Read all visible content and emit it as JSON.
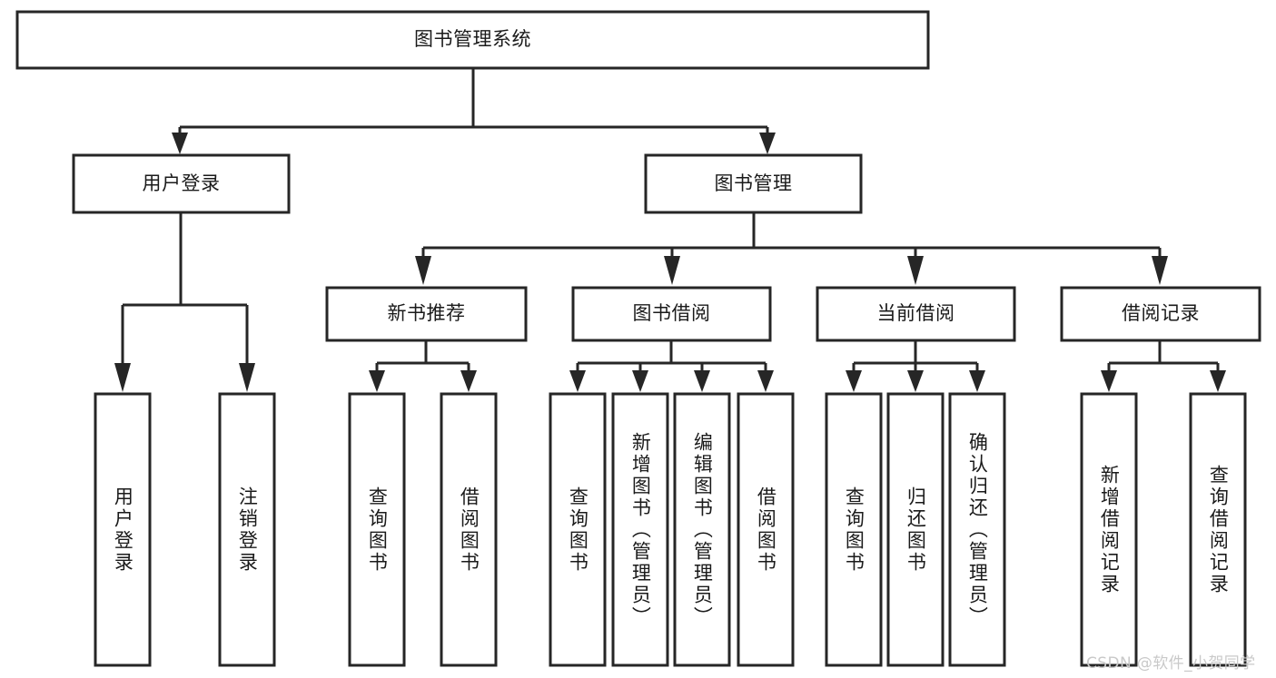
{
  "diagram": {
    "type": "tree",
    "title": "图书管理系统",
    "root": {
      "id": "root",
      "label": "图书管理系统"
    },
    "level2": [
      {
        "id": "user-login",
        "label": "用户登录"
      },
      {
        "id": "book-manage",
        "label": "图书管理"
      }
    ],
    "level3": [
      {
        "id": "new-book-recommend",
        "label": "新书推荐",
        "parent": "book-manage"
      },
      {
        "id": "book-borrow",
        "label": "图书借阅",
        "parent": "book-manage"
      },
      {
        "id": "current-borrow",
        "label": "当前借阅",
        "parent": "book-manage"
      },
      {
        "id": "borrow-record",
        "label": "借阅记录",
        "parent": "book-manage"
      }
    ],
    "leaves": [
      {
        "id": "leaf-user-login",
        "label": "用户登录",
        "parent": "user-login"
      },
      {
        "id": "leaf-logout",
        "label": "注销登录",
        "parent": "user-login"
      },
      {
        "id": "leaf-query-book-1",
        "label": "查询图书",
        "parent": "new-book-recommend"
      },
      {
        "id": "leaf-borrow-book-1",
        "label": "借阅图书",
        "parent": "new-book-recommend"
      },
      {
        "id": "leaf-query-book-2",
        "label": "查询图书",
        "parent": "book-borrow"
      },
      {
        "id": "leaf-add-book",
        "label": "新增图书（管理员）",
        "parent": "book-borrow"
      },
      {
        "id": "leaf-edit-book",
        "label": "编辑图书（管理员）",
        "parent": "book-borrow"
      },
      {
        "id": "leaf-borrow-book-2",
        "label": "借阅图书",
        "parent": "book-borrow"
      },
      {
        "id": "leaf-query-book-3",
        "label": "查询图书",
        "parent": "current-borrow"
      },
      {
        "id": "leaf-return-book",
        "label": "归还图书",
        "parent": "current-borrow"
      },
      {
        "id": "leaf-confirm-return",
        "label": "确认归还（管理员）",
        "parent": "current-borrow"
      },
      {
        "id": "leaf-add-record",
        "label": "新增借阅记录",
        "parent": "borrow-record"
      },
      {
        "id": "leaf-query-record",
        "label": "查询借阅记录",
        "parent": "borrow-record"
      }
    ],
    "colors": {
      "box_stroke": "#262626",
      "box_fill": "#ffffff",
      "text": "#1a1a1a",
      "background": "#ffffff",
      "watermark": "#c9c9c9"
    }
  },
  "watermark": {
    "text": "CSDN @软件_小贺同学"
  }
}
